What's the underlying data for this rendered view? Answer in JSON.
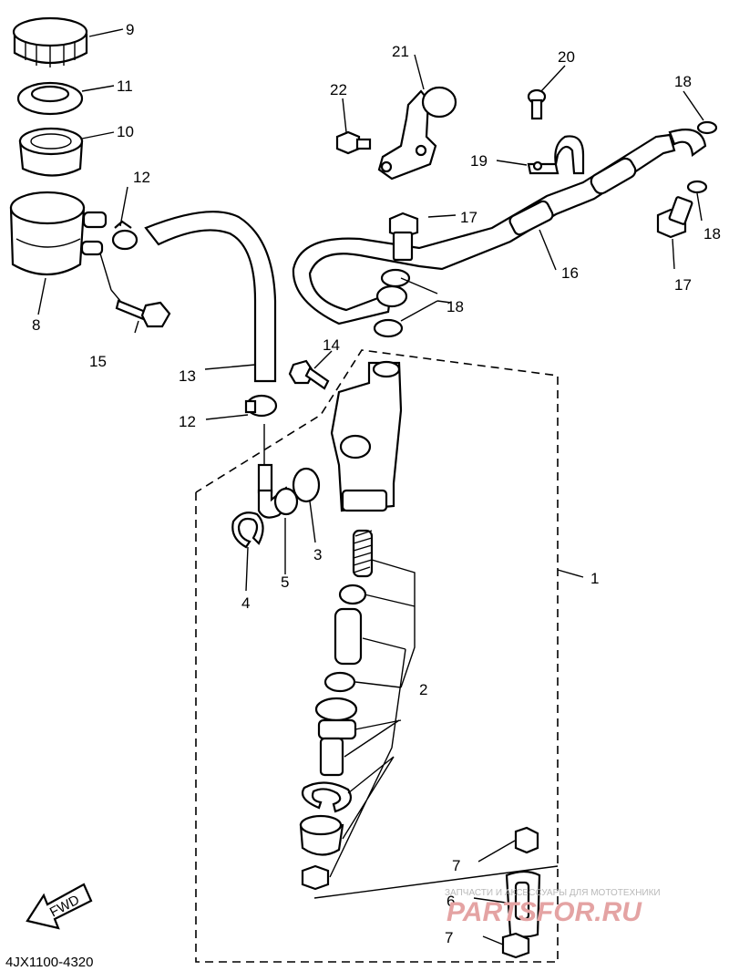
{
  "diagram": {
    "part_labels": {
      "p1": "1",
      "p2": "2",
      "p3": "3",
      "p4": "4",
      "p5": "5",
      "p6": "6",
      "p7a": "7",
      "p7b": "7",
      "p8": "8",
      "p9": "9",
      "p10": "10",
      "p11": "11",
      "p12a": "12",
      "p12b": "12",
      "p13": "13",
      "p14": "14",
      "p15": "15",
      "p16": "16",
      "p17a": "17",
      "p17b": "17",
      "p18a": "18",
      "p18b": "18",
      "p18c": "18",
      "p19": "19",
      "p20": "20",
      "p21": "21",
      "p22": "22"
    },
    "diagram_code": "4JX1100-4320",
    "fwd_label": "FWD"
  },
  "watermark": {
    "caption": "ЗАПЧАСТИ И АКСЕССУАРЫ ДЛЯ МОТОТЕХНИКИ",
    "brand": "PARTSFOR.RU"
  }
}
